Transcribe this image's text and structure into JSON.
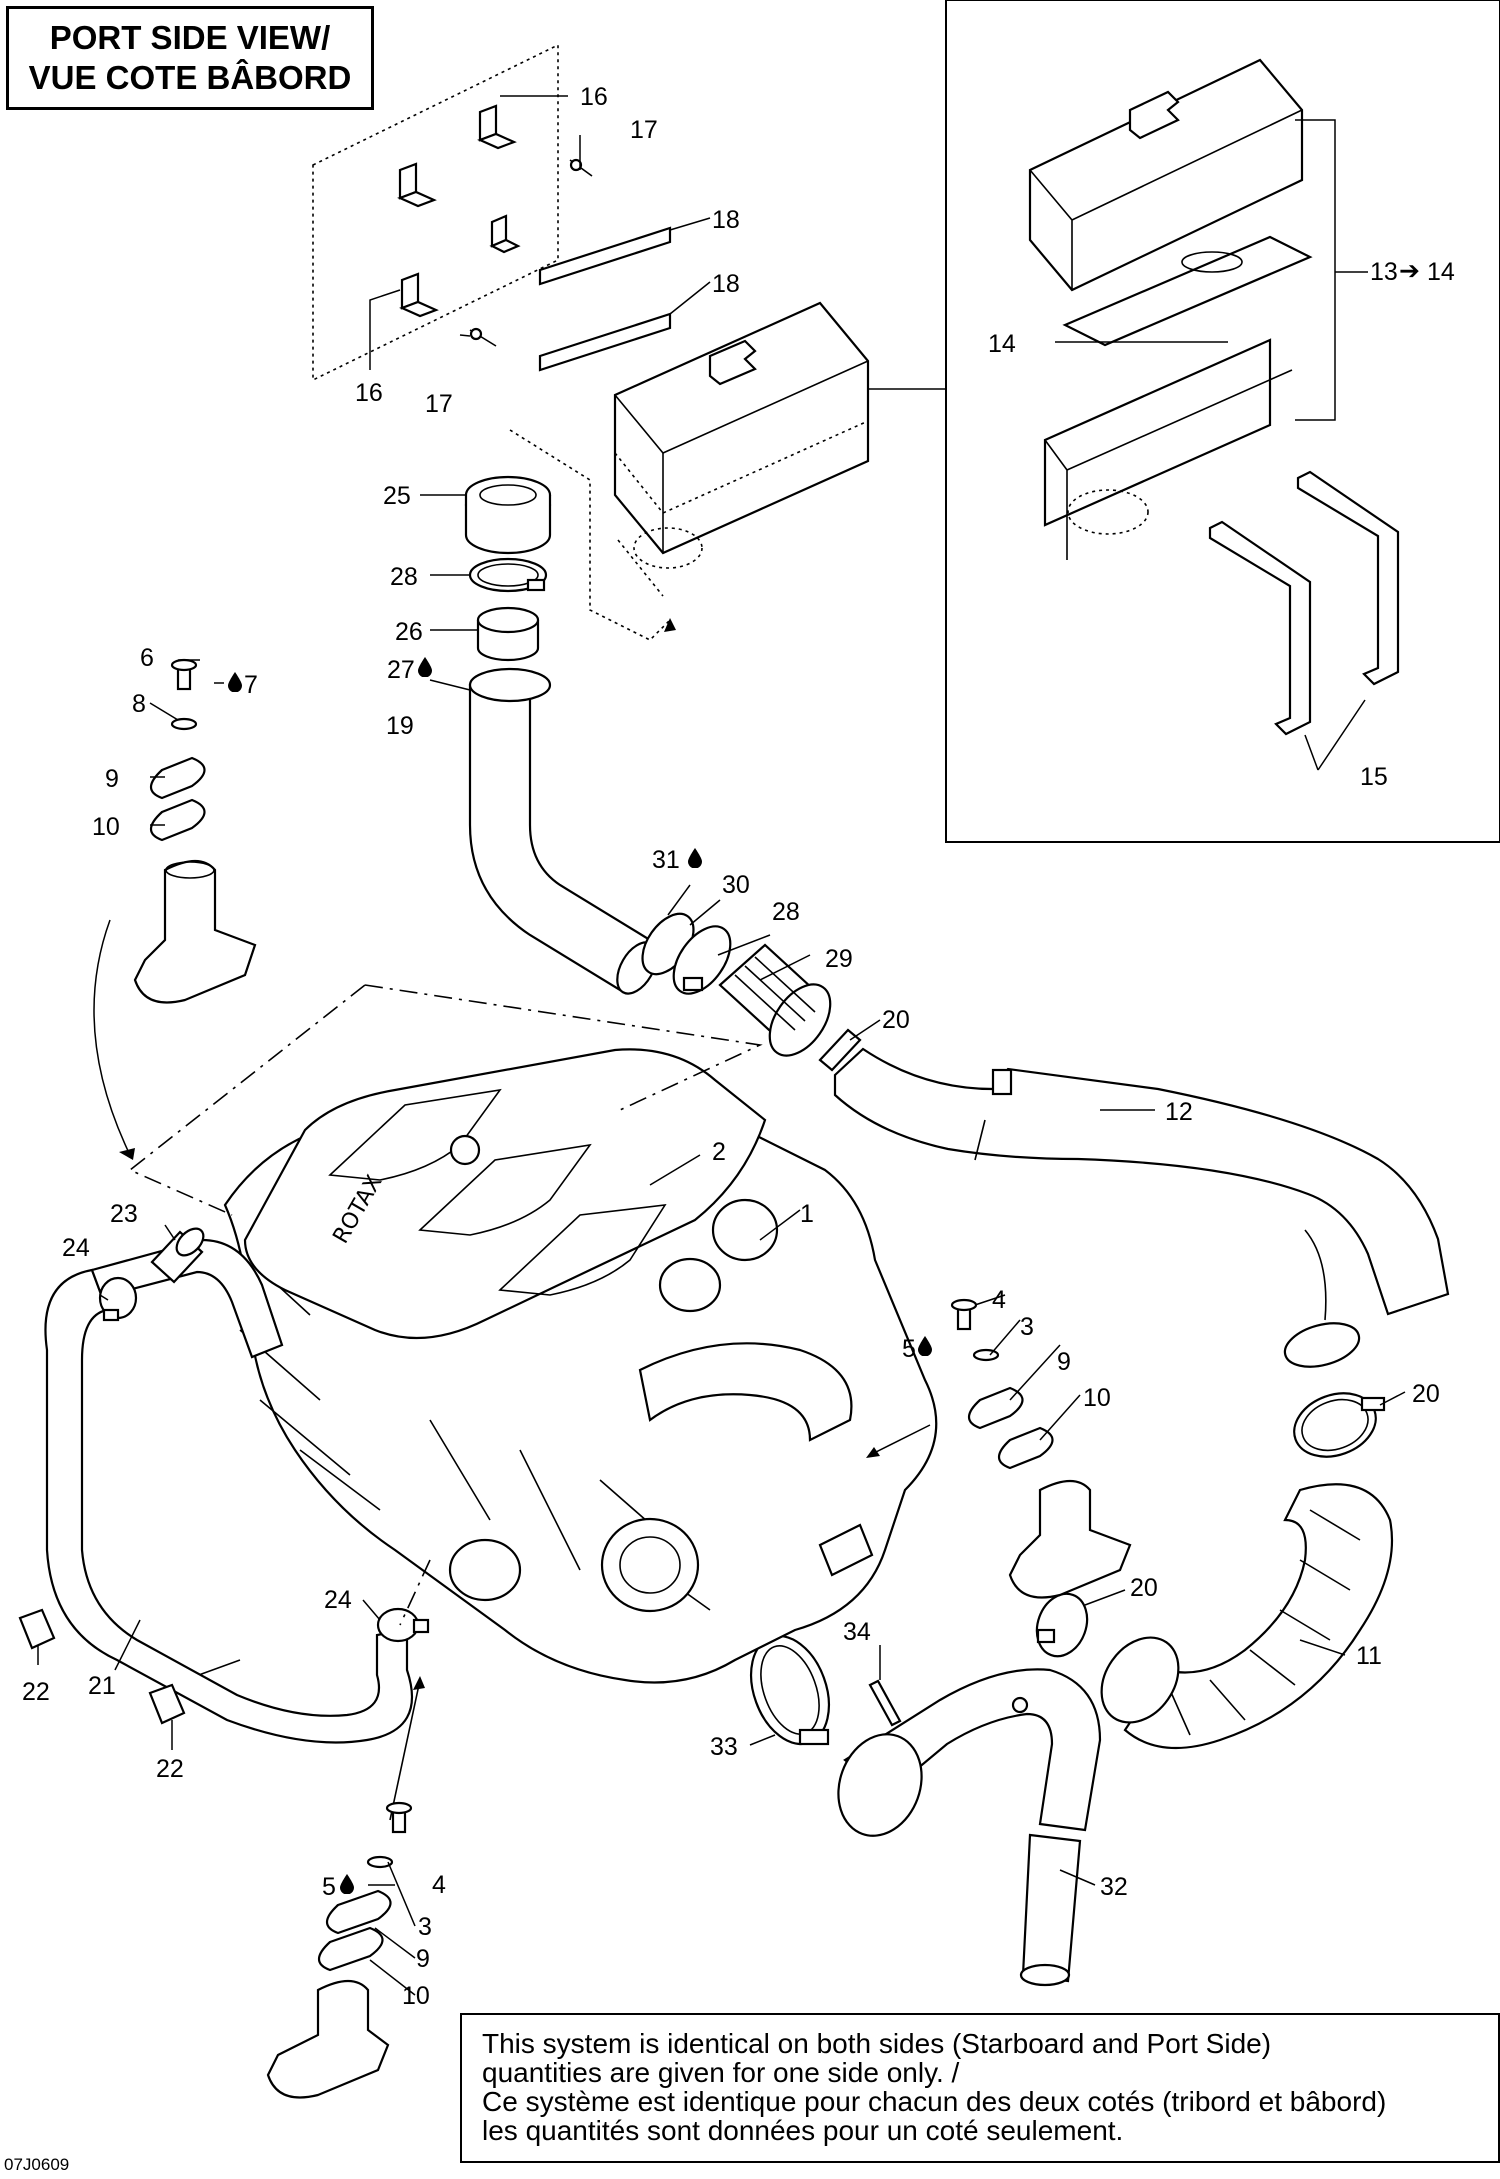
{
  "title": {
    "line1": "PORT SIDE VIEW/",
    "line2": "VUE COTE BÂBORD"
  },
  "note": {
    "line1": "This system is identical on both sides (Starboard and Port Side)",
    "line2": "quantities are given for one side only. /",
    "line3": "Ce système est identique pour chacun des deux cotés (tribord et bâbord)",
    "line4": "les quantités sont données pour un coté seulement."
  },
  "drawing_ref": "07J0609",
  "icons": {
    "drop": "liquid-drop-icon",
    "arrow": "right-arrow-icon"
  },
  "callouts": {
    "c1": "1",
    "c2": "2",
    "c3a": "3",
    "c3b": "3",
    "c4a": "4",
    "c4b": "4",
    "c5a": "5",
    "c5b": "5",
    "c6": "6",
    "c7": "7",
    "c8": "8",
    "c9a": "9",
    "c9b": "9",
    "c9c": "9",
    "c10a": "10",
    "c10b": "10",
    "c10c": "10",
    "c11": "11",
    "c12": "12",
    "c13": "13",
    "c14a": "14",
    "c14b": "14",
    "c15": "15",
    "c16a": "16",
    "c16b": "16",
    "c17a": "17",
    "c17b": "17",
    "c18a": "18",
    "c18b": "18",
    "c19": "19",
    "c20a": "20",
    "c20b": "20",
    "c20c": "20",
    "c21": "21",
    "c22a": "22",
    "c22b": "22",
    "c23": "23",
    "c24a": "24",
    "c24b": "24",
    "c25": "25",
    "c26": "26",
    "c27": "27",
    "c28a": "28",
    "c28b": "28",
    "c29": "29",
    "c30": "30",
    "c31": "31",
    "c32": "32",
    "c33": "33",
    "c34": "34"
  }
}
